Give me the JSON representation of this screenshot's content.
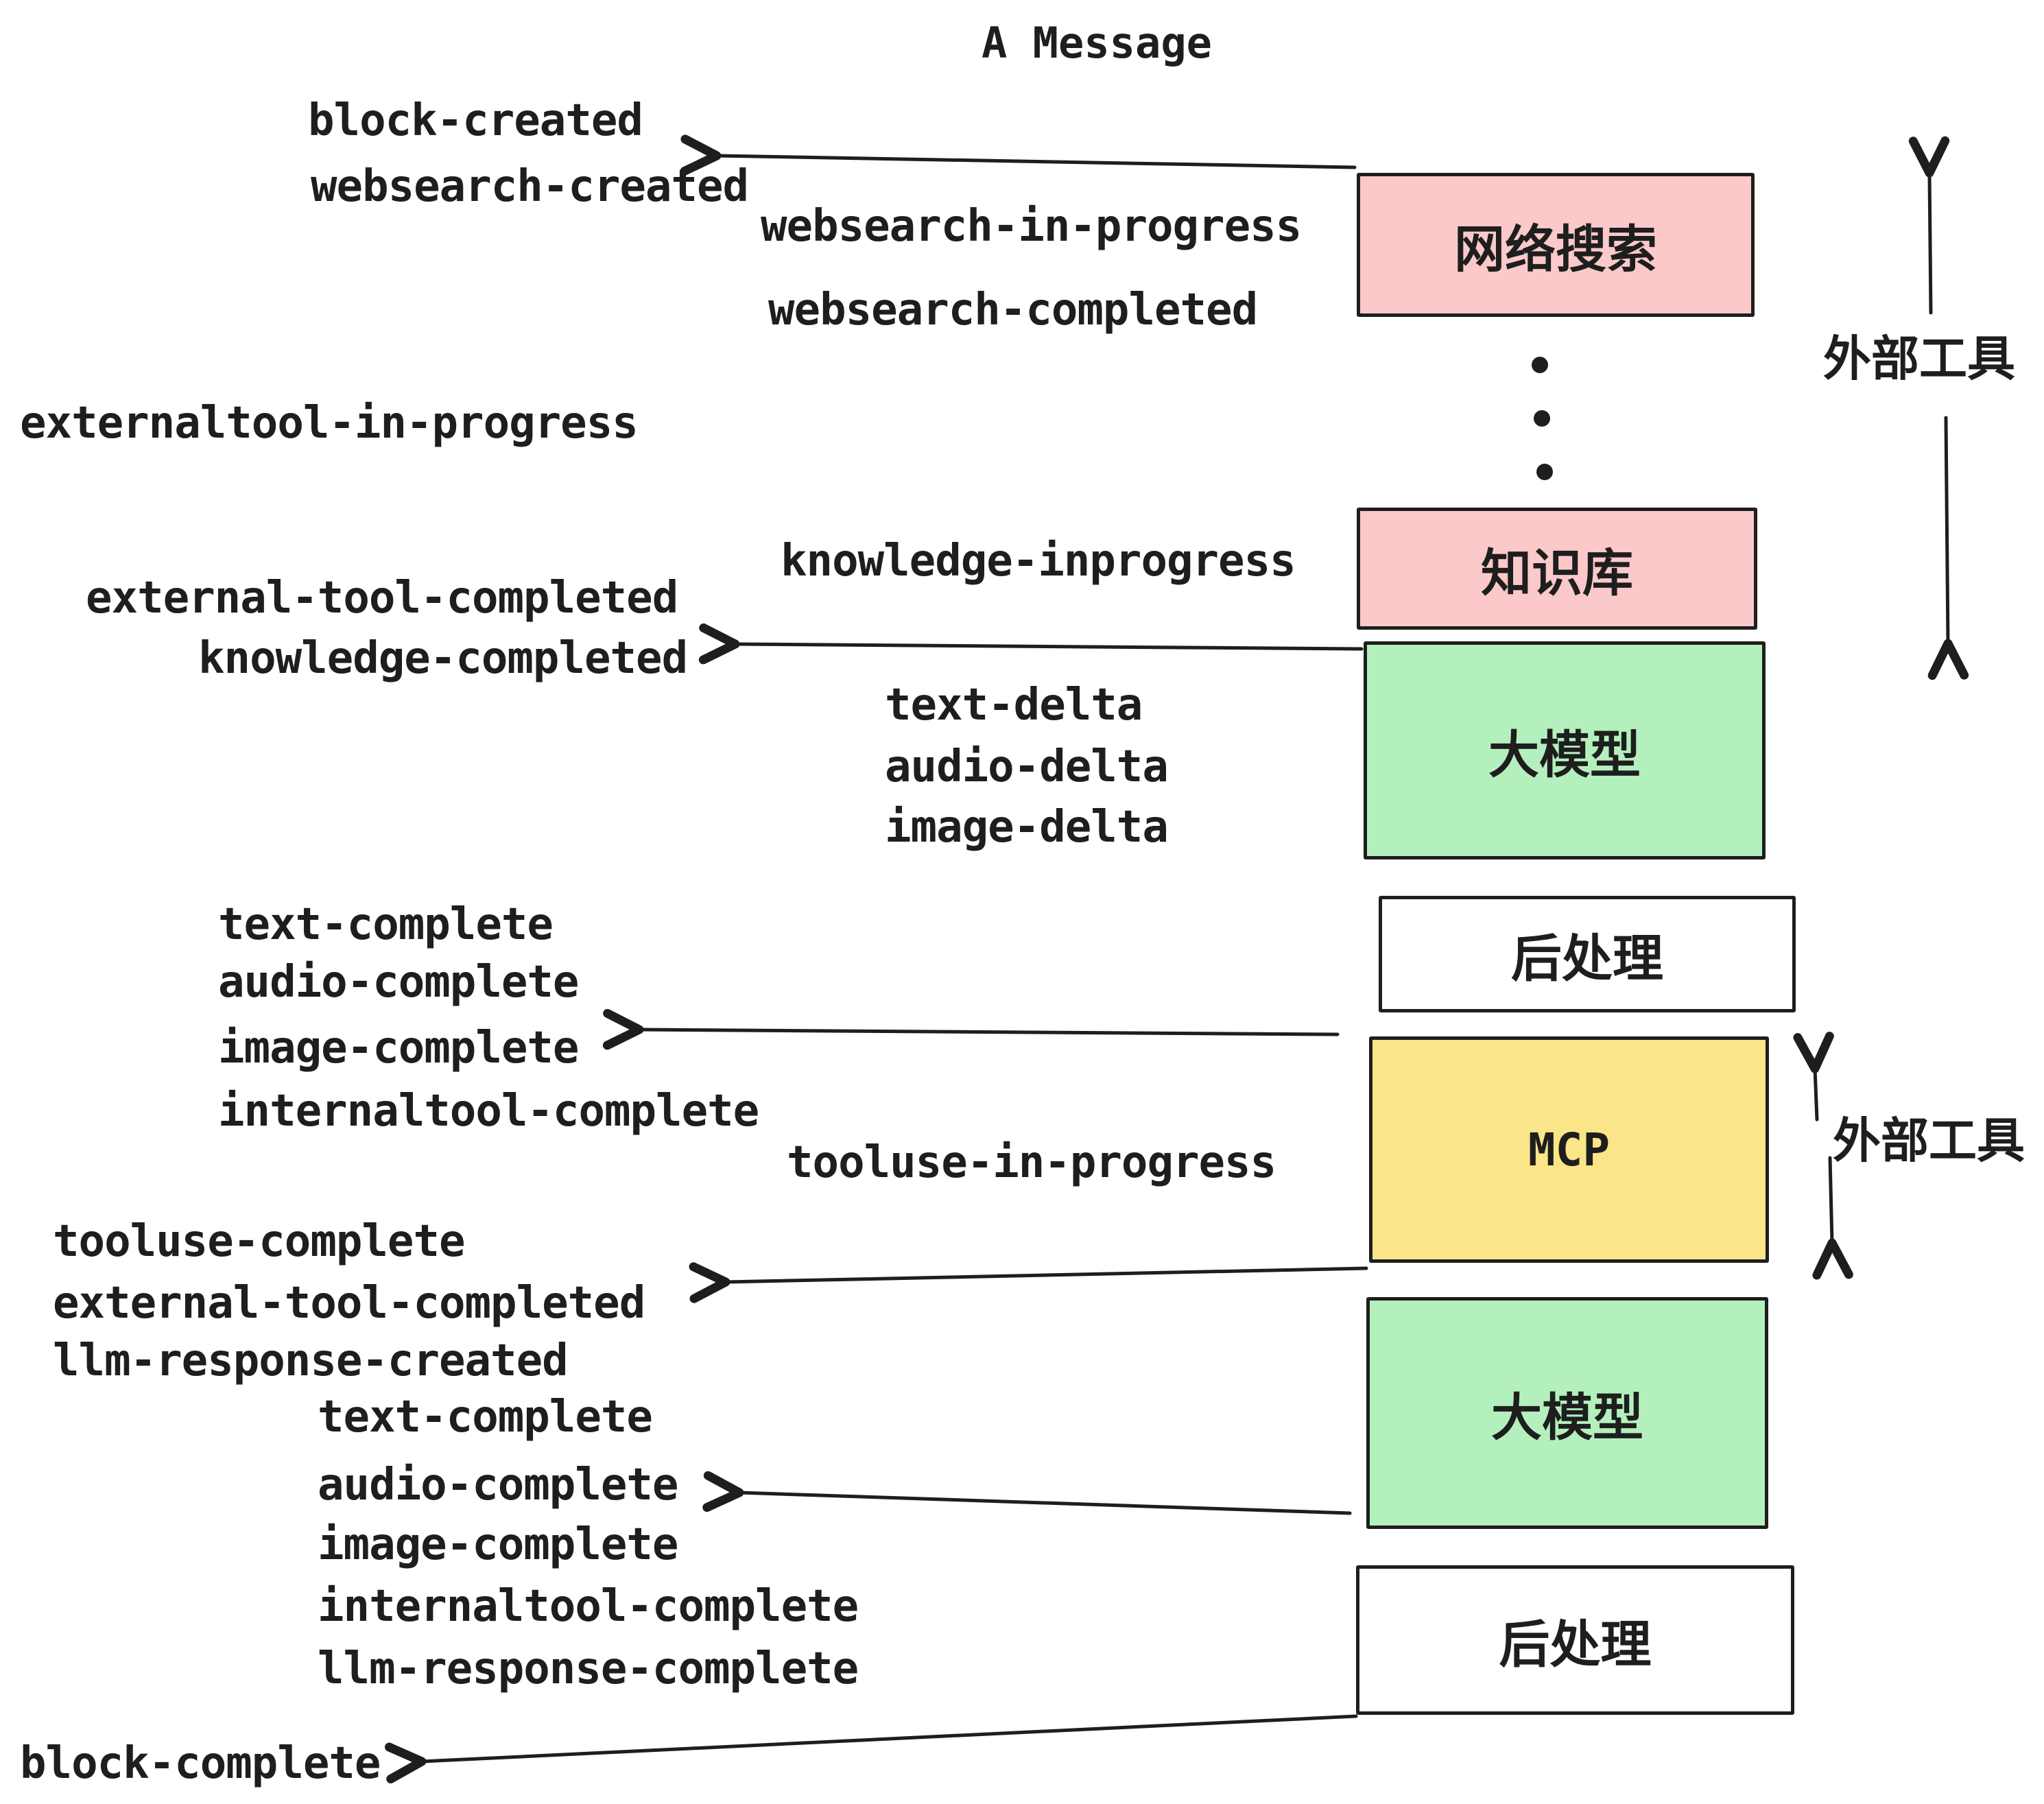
{
  "title": "A Message",
  "palette": {
    "pink": "#FBC9C9",
    "green": "#B4F0BD",
    "yellow": "#FAE588",
    "stroke": "#1E1E1E",
    "bg": "#FFFFFF"
  },
  "boxes": [
    {
      "label": "网络搜索"
    },
    {
      "label": "知识库"
    },
    {
      "label": "大模型"
    },
    {
      "label": "后处理"
    },
    {
      "label": "MCP"
    },
    {
      "label": "大模型"
    },
    {
      "label": "后处理"
    }
  ],
  "side_annotations": [
    {
      "label": "外部工具"
    },
    {
      "label": "外部工具"
    }
  ],
  "events": [
    {
      "text": "block-created"
    },
    {
      "text": "websearch-created"
    },
    {
      "text": "websearch-in-progress"
    },
    {
      "text": "websearch-completed"
    },
    {
      "text": "externaltool-in-progress"
    },
    {
      "text": "knowledge-inprogress"
    },
    {
      "text": "external-tool-completed"
    },
    {
      "text": "knowledge-completed"
    },
    {
      "text": "text-delta"
    },
    {
      "text": "audio-delta"
    },
    {
      "text": "image-delta"
    },
    {
      "text": "text-complete"
    },
    {
      "text": "audio-complete"
    },
    {
      "text": "image-complete"
    },
    {
      "text": "internaltool-complete"
    },
    {
      "text": "tooluse-in-progress"
    },
    {
      "text": "tooluse-complete"
    },
    {
      "text": "external-tool-completed"
    },
    {
      "text": "llm-response-created"
    },
    {
      "text": "text-complete"
    },
    {
      "text": "audio-complete"
    },
    {
      "text": "image-complete"
    },
    {
      "text": "internaltool-complete"
    },
    {
      "text": "llm-response-complete"
    },
    {
      "text": "block-complete"
    }
  ]
}
